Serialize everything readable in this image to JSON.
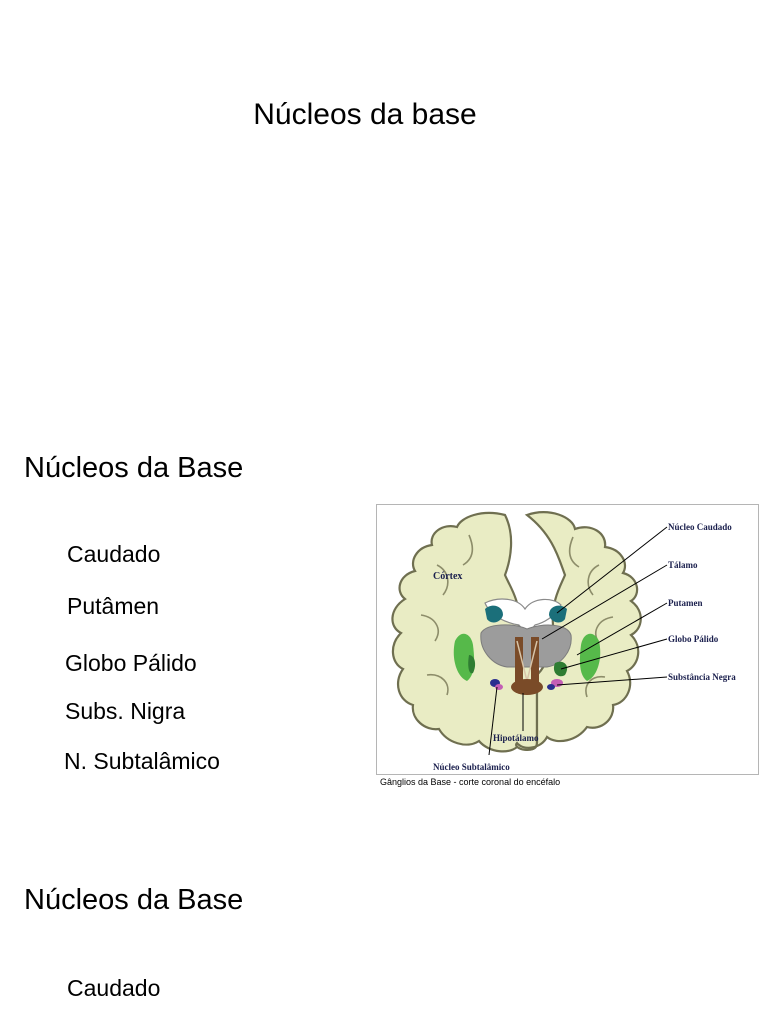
{
  "slide1": {
    "title": "Núcleos da base"
  },
  "slide2": {
    "title": "Núcleos da Base",
    "items": [
      "Caudado",
      "Putâmen",
      "Globo Pálido",
      "Subs. Nigra",
      "N. Subtalâmico"
    ],
    "figure": {
      "labels": {
        "cortex": "Córtex",
        "caudate": "Núcleo Caudado",
        "thalamus": "Tálamo",
        "putamen": "Putamen",
        "globus": "Globo Pálido",
        "nigra": "Substância Negra",
        "hypothalamus": "Hipotálamo",
        "subthalamic": "Núcleo Subtalâmico"
      },
      "caption": "Gânglios da Base - corte coronal do encéfalo",
      "colors": {
        "white_matter": "#e9ecc4",
        "outline": "#6f6f50",
        "caudate": "#1b6f7a",
        "thalamus": "#9c9c9c",
        "putamen": "#56b94a",
        "globus": "#2f7d32",
        "hypothalamus": "#7a4b28",
        "subthalamic": "#2a2f8f",
        "nigra": "#c45fb5"
      }
    }
  },
  "slide3": {
    "title": "Núcleos da Base",
    "items": [
      "Caudado"
    ]
  }
}
